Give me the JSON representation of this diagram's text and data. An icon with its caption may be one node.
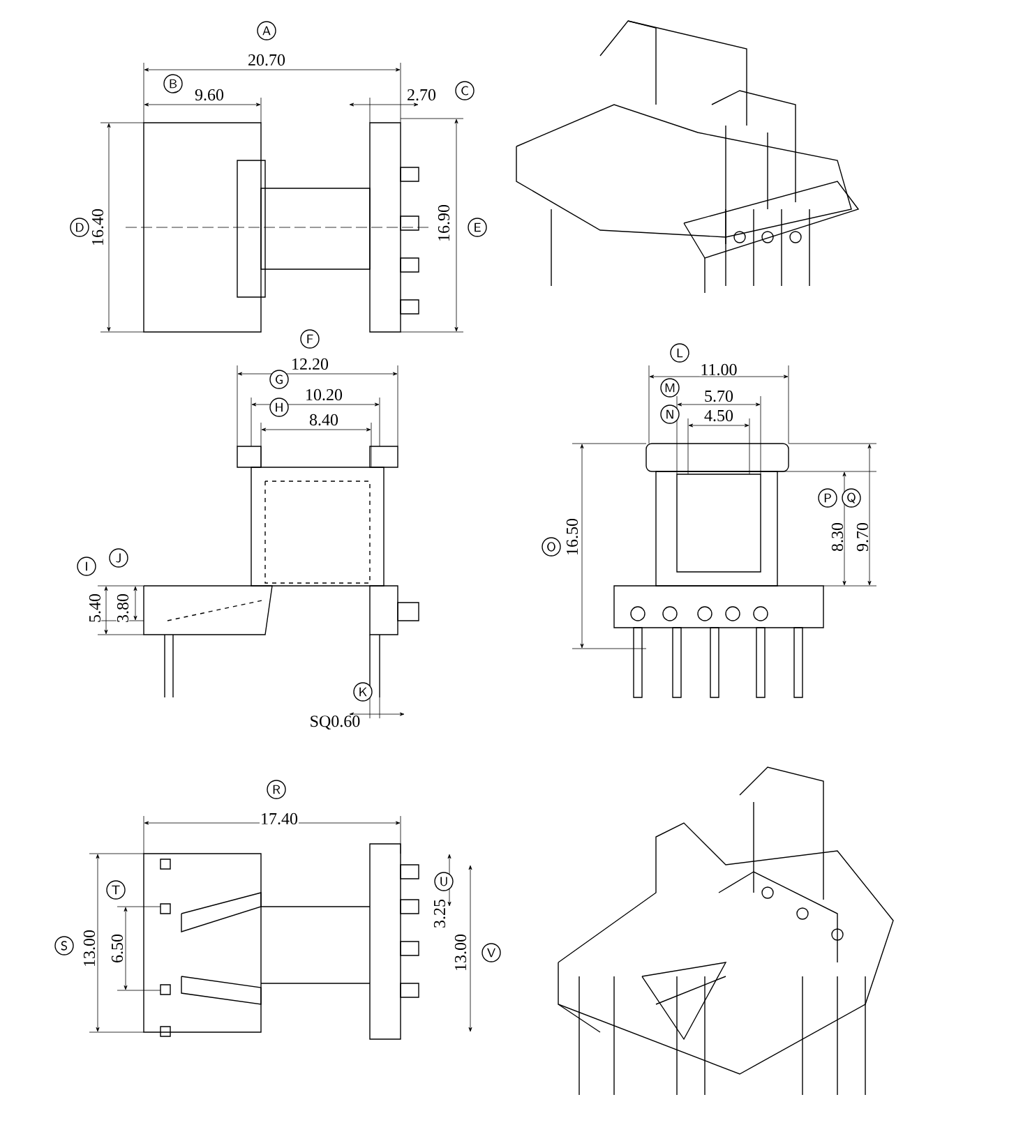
{
  "diagram": {
    "labels": [
      "A",
      "20.70",
      "B",
      "9.60",
      "2.70",
      "C",
      "D",
      "16.40",
      "16.90",
      "E",
      "F",
      "12.20",
      "G",
      "10.20",
      "H",
      "8.40",
      "L",
      "11.00",
      "M",
      "5.70",
      "N",
      "4.50",
      "I",
      "J",
      "5.40",
      "3.80",
      "O",
      "16.50",
      "P",
      "Q",
      "8.30",
      "9.70",
      "K",
      "SQ0.60",
      "R",
      "17.40",
      "U",
      "T",
      "3.25",
      "S",
      "13.00",
      "6.50",
      "V",
      "13.00"
    ]
  }
}
